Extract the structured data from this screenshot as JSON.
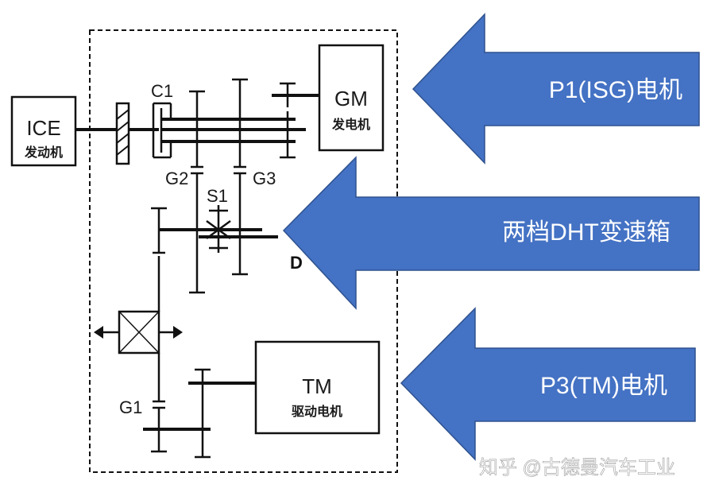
{
  "components": {
    "ice": {
      "name": "ICE",
      "sub": "发动机"
    },
    "gm": {
      "name": "GM",
      "sub": "发电机"
    },
    "tm": {
      "name": "TM",
      "sub": "驱动电机"
    }
  },
  "labels": {
    "c1": "C1",
    "g2": "G2",
    "g3": "G3",
    "s1": "S1",
    "g1": "G1",
    "partial": "D"
  },
  "arrows": [
    {
      "text": "P1(ISG)电机"
    },
    {
      "text": "两档DHT变速箱"
    },
    {
      "text": "P3(TM)电机"
    }
  ],
  "watermark": "知乎 @古德曼汽车工业",
  "colors": {
    "arrow_fill": "#4472c4",
    "arrow_stroke": "#2f528f",
    "line": "#111111"
  }
}
